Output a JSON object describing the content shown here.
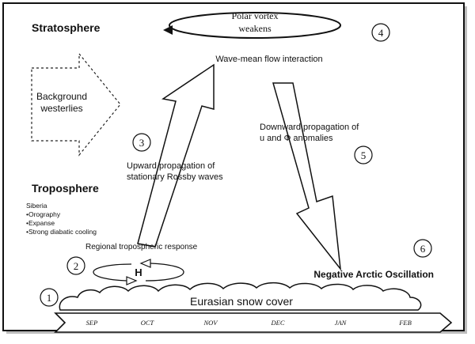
{
  "diagram": {
    "labels": {
      "stratosphere": "Stratosphere",
      "troposphere": "Troposphere",
      "background_westerlies_1": "Background",
      "background_westerlies_2": "westerlies",
      "polar_vortex_1": "Polar vortex",
      "polar_vortex_2": "weakens",
      "wave_mean_flow": "Wave-mean flow interaction",
      "upward_1": "Upward propagation of",
      "upward_2": "stationary Rossby waves",
      "downward_1": "Downward propagation of",
      "downward_2": "u and Φ anomalies",
      "regional_response": "Regional tropospheric response",
      "high_pressure": "H",
      "negative_ao": "Negative Arctic Oscillation",
      "snow_cover": "Eurasian snow cover"
    },
    "siberia_notes": [
      "Siberia",
      "•Orography",
      "•Expanse",
      "•Strong diabatic cooling"
    ],
    "steps": [
      "1",
      "2",
      "3",
      "4",
      "5",
      "6"
    ],
    "months": [
      "SEP",
      "OCT",
      "NOV",
      "DEC",
      "JAN",
      "FEB"
    ]
  }
}
